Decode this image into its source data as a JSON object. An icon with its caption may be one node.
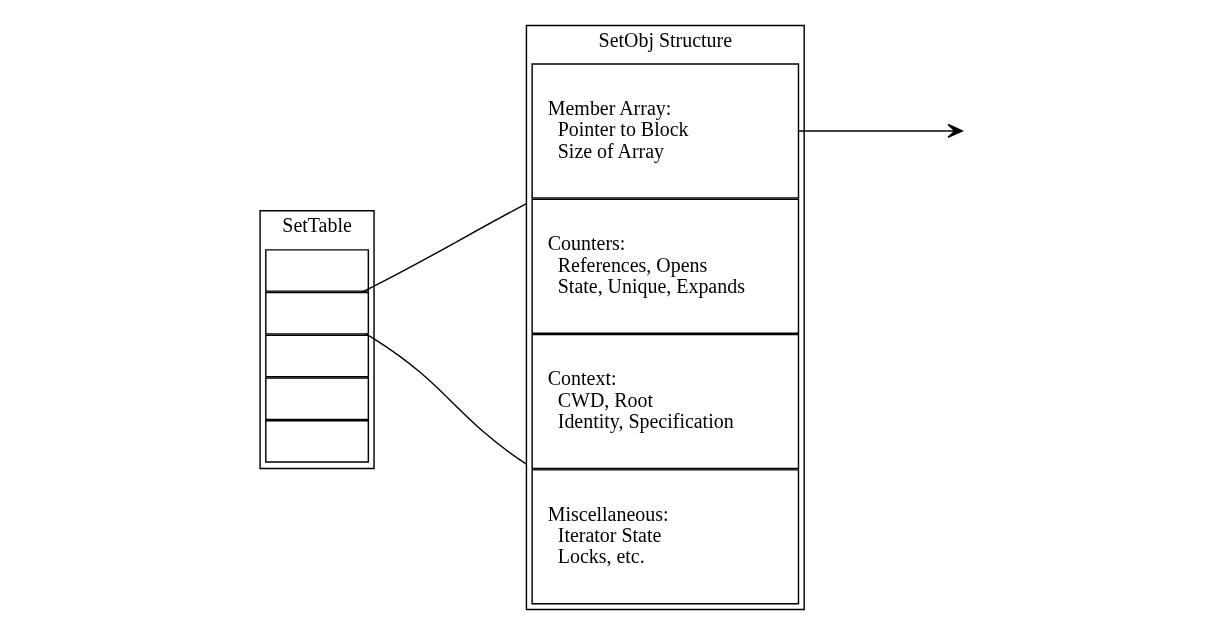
{
  "diagram": {
    "nodes": [
      {
        "text": [
          "SetTable"
        ]
      },
      {
        "text": [],
        "shape": "box",
        "in": 0
      },
      {
        "text": [],
        "shape": "box",
        "in": 0
      },
      {
        "text": [],
        "shape": "box",
        "in": 0
      },
      {
        "text": [],
        "shape": "box",
        "in": 0
      },
      {
        "text": [],
        "shape": "box",
        "in": 0
      },
      {
        "text": [
          "SetObj Structure"
        ]
      },
      {
        "text": [
          "Member Array:",
          "Pointer to Block",
          "Size of Array"
        ],
        "in": 6
      },
      {
        "text": [
          "Counters:",
          "References, Opens",
          "State, Unique, Expands"
        ],
        "in": 6
      },
      {
        "text": [
          "Context:",
          "CWD, Root",
          "Identity, Specification"
        ],
        "in": 6
      },
      {
        "text": [
          "Miscellaneous:",
          "Iterator State",
          "Locks, etc."
        ],
        "in": 6
      }
    ],
    "edges": [
      {
        "from": 2,
        "to": 6,
        "arrow": "none"
      },
      {
        "from": 2,
        "to": 6,
        "arrow": "none"
      },
      {
        "from": 7,
        "to": null,
        "arrow": "to"
      }
    ]
  }
}
